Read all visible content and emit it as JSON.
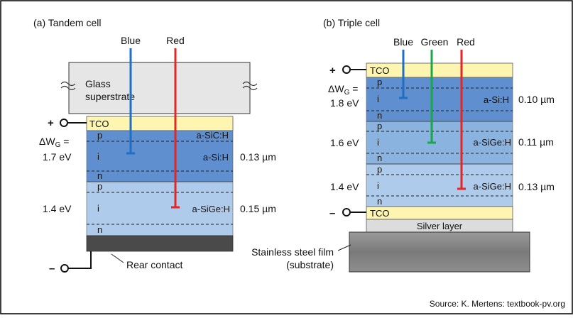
{
  "tandem": {
    "title": "(a) Tandem cell",
    "light_blue": "Blue",
    "light_red": "Red",
    "glass_line1": "Glass",
    "glass_line2": "superstrate",
    "tco": "TCO",
    "plus": "+",
    "minus": "–",
    "layers": [
      "p",
      "i",
      "n",
      "p",
      "i",
      "n"
    ],
    "top_material": "a-SiC:H",
    "mid_material": "a-Si:H",
    "bottom_material": "a-SiGe:H",
    "dw_label": "ΔW",
    "dw_sub": "G",
    "dw_eq": " =",
    "gap_top": "1.7 eV",
    "gap_bottom": "1.4 eV",
    "thickness_top": "0.13 µm",
    "thickness_bottom": "0.15 µm",
    "rear_contact": "Rear contact"
  },
  "triple": {
    "title": "(b) Triple cell",
    "light_blue": "Blue",
    "light_green": "Green",
    "light_red": "Red",
    "tco_top": "TCO",
    "tco_bottom": "TCO",
    "plus": "+",
    "minus": "–",
    "layers": [
      "p",
      "i",
      "n",
      "p",
      "i",
      "n",
      "p",
      "i",
      "n"
    ],
    "material_1": "a-Si:H",
    "material_2": "a-SiGe:H",
    "material_3": "a-SiGe:H",
    "dw_label": "ΔW",
    "dw_sub": "G",
    "dw_eq": " =",
    "gap_1": "1.8 eV",
    "gap_2": "1.6 eV",
    "gap_3": "1.4 eV",
    "thickness_1": "0.10 µm",
    "thickness_2": "0.11 µm",
    "thickness_3": "0.13 µm",
    "silver": "Silver layer",
    "steel_line1": "Stainless steel film",
    "steel_line2": "(substrate)"
  },
  "source": "Source: K. Mertens: textbook-pv.org",
  "colors": {
    "tco": "#fdf5b0",
    "layer_top": "#5f8fce",
    "layer_mid": "#8bb3df",
    "layer_low": "#afcbeb",
    "glass": "#e6e6e6",
    "rear": "#4a4a4a",
    "silver": "#dcdcdc",
    "steel": "#7e7e7e",
    "blue_light": "#1f6fc7",
    "green_light": "#1aa64a",
    "red_light": "#e32626"
  }
}
